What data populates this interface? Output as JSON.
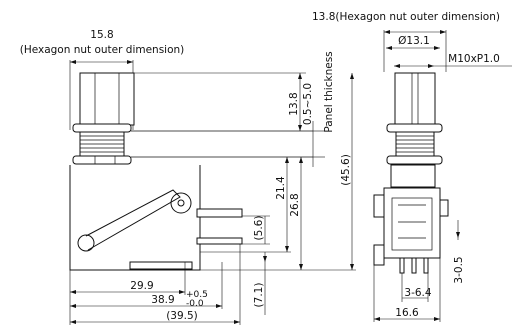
{
  "front_view": {
    "hex_width": "15.8",
    "hex_note": "(Hexagon nut outer dimension)",
    "dim_13_8": "13.8",
    "dim_panel": "0.5~5.0",
    "panel_label": "Panel thickness",
    "dim_45_6": "(45.6)",
    "dim_21_4": "21.4",
    "dim_26_8": "26.8",
    "dim_5_6": "(5.6)",
    "dim_7_1": "(7.1)",
    "dim_29_9": "29.9",
    "dim_38_9": "38.9",
    "dim_38_9_tol": "+0.5\n-0.0",
    "dim_39_5": "(39.5)"
  },
  "side_view": {
    "hex_note": "13.8(Hexagon nut outer dimension)",
    "dia": "Ø13.1",
    "thread": "M10xP1.0",
    "dim_3_0_5": "3-0.5",
    "dim_3_6_4": "3-6.4",
    "dim_16_6": "16.6"
  }
}
